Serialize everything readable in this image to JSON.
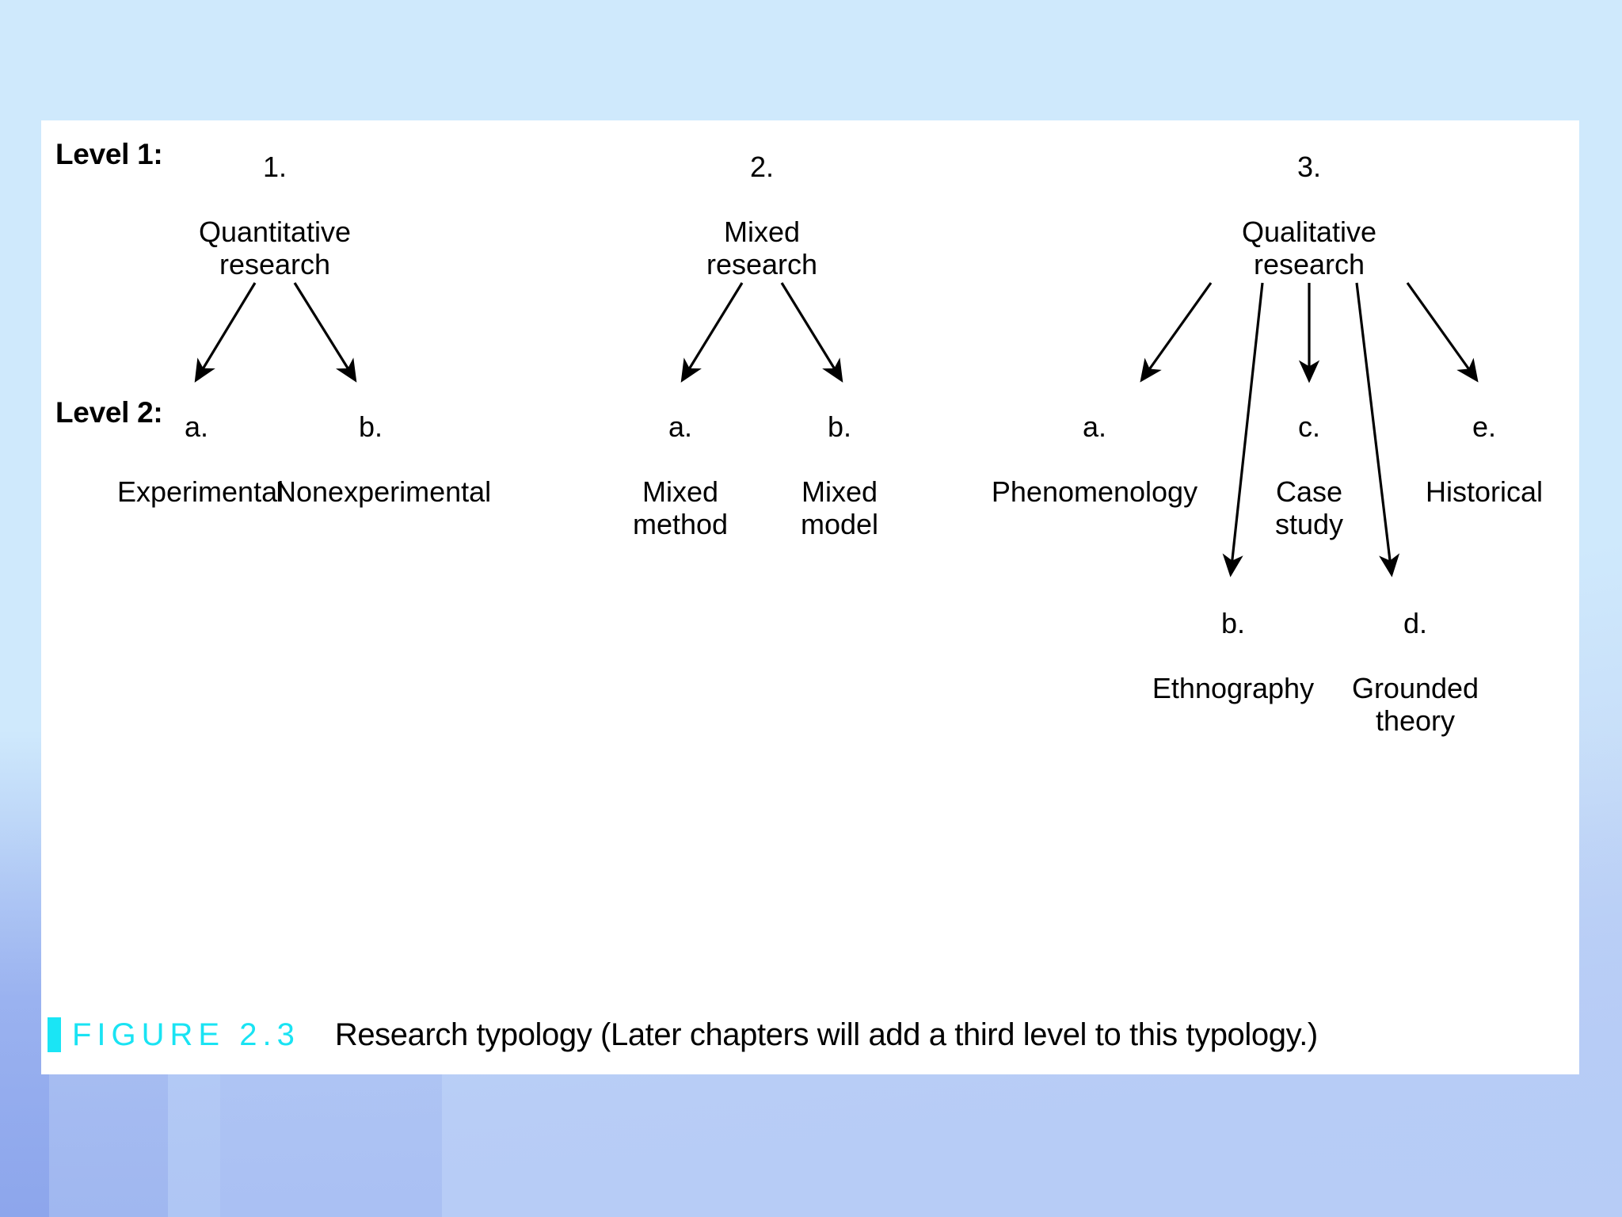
{
  "slide": {
    "background_color": "#cce8fb",
    "panel_color": "#ffffff",
    "accent_color": "#19e3f3"
  },
  "diagram": {
    "type": "tree",
    "row_labels": [
      {
        "id": "level-1",
        "text": "Level 1:"
      },
      {
        "id": "level-2",
        "text": "Level 2:"
      }
    ],
    "level1": [
      {
        "key": "1.",
        "name": "Quantitative\nresearch"
      },
      {
        "key": "2.",
        "name": "Mixed\nresearch"
      },
      {
        "key": "3.",
        "name": "Qualitative\nresearch"
      }
    ],
    "level2": {
      "quantitative": [
        {
          "key": "a.",
          "name": "Experimental"
        },
        {
          "key": "b.",
          "name": "Nonexperimental"
        }
      ],
      "mixed": [
        {
          "key": "a.",
          "name": "Mixed\nmethod"
        },
        {
          "key": "b.",
          "name": "Mixed\nmodel"
        }
      ],
      "qualitative": [
        {
          "key": "a.",
          "name": "Phenomenology"
        },
        {
          "key": "b.",
          "name": "Ethnography"
        },
        {
          "key": "c.",
          "name": "Case\nstudy"
        },
        {
          "key": "d.",
          "name": "Grounded\ntheory"
        },
        {
          "key": "e.",
          "name": "Historical"
        }
      ]
    }
  },
  "caption": {
    "marker": "square-marker",
    "figure_label": "FIGURE 2.3",
    "text": "Research typology (Later chapters will add a third level to this typology.)"
  }
}
